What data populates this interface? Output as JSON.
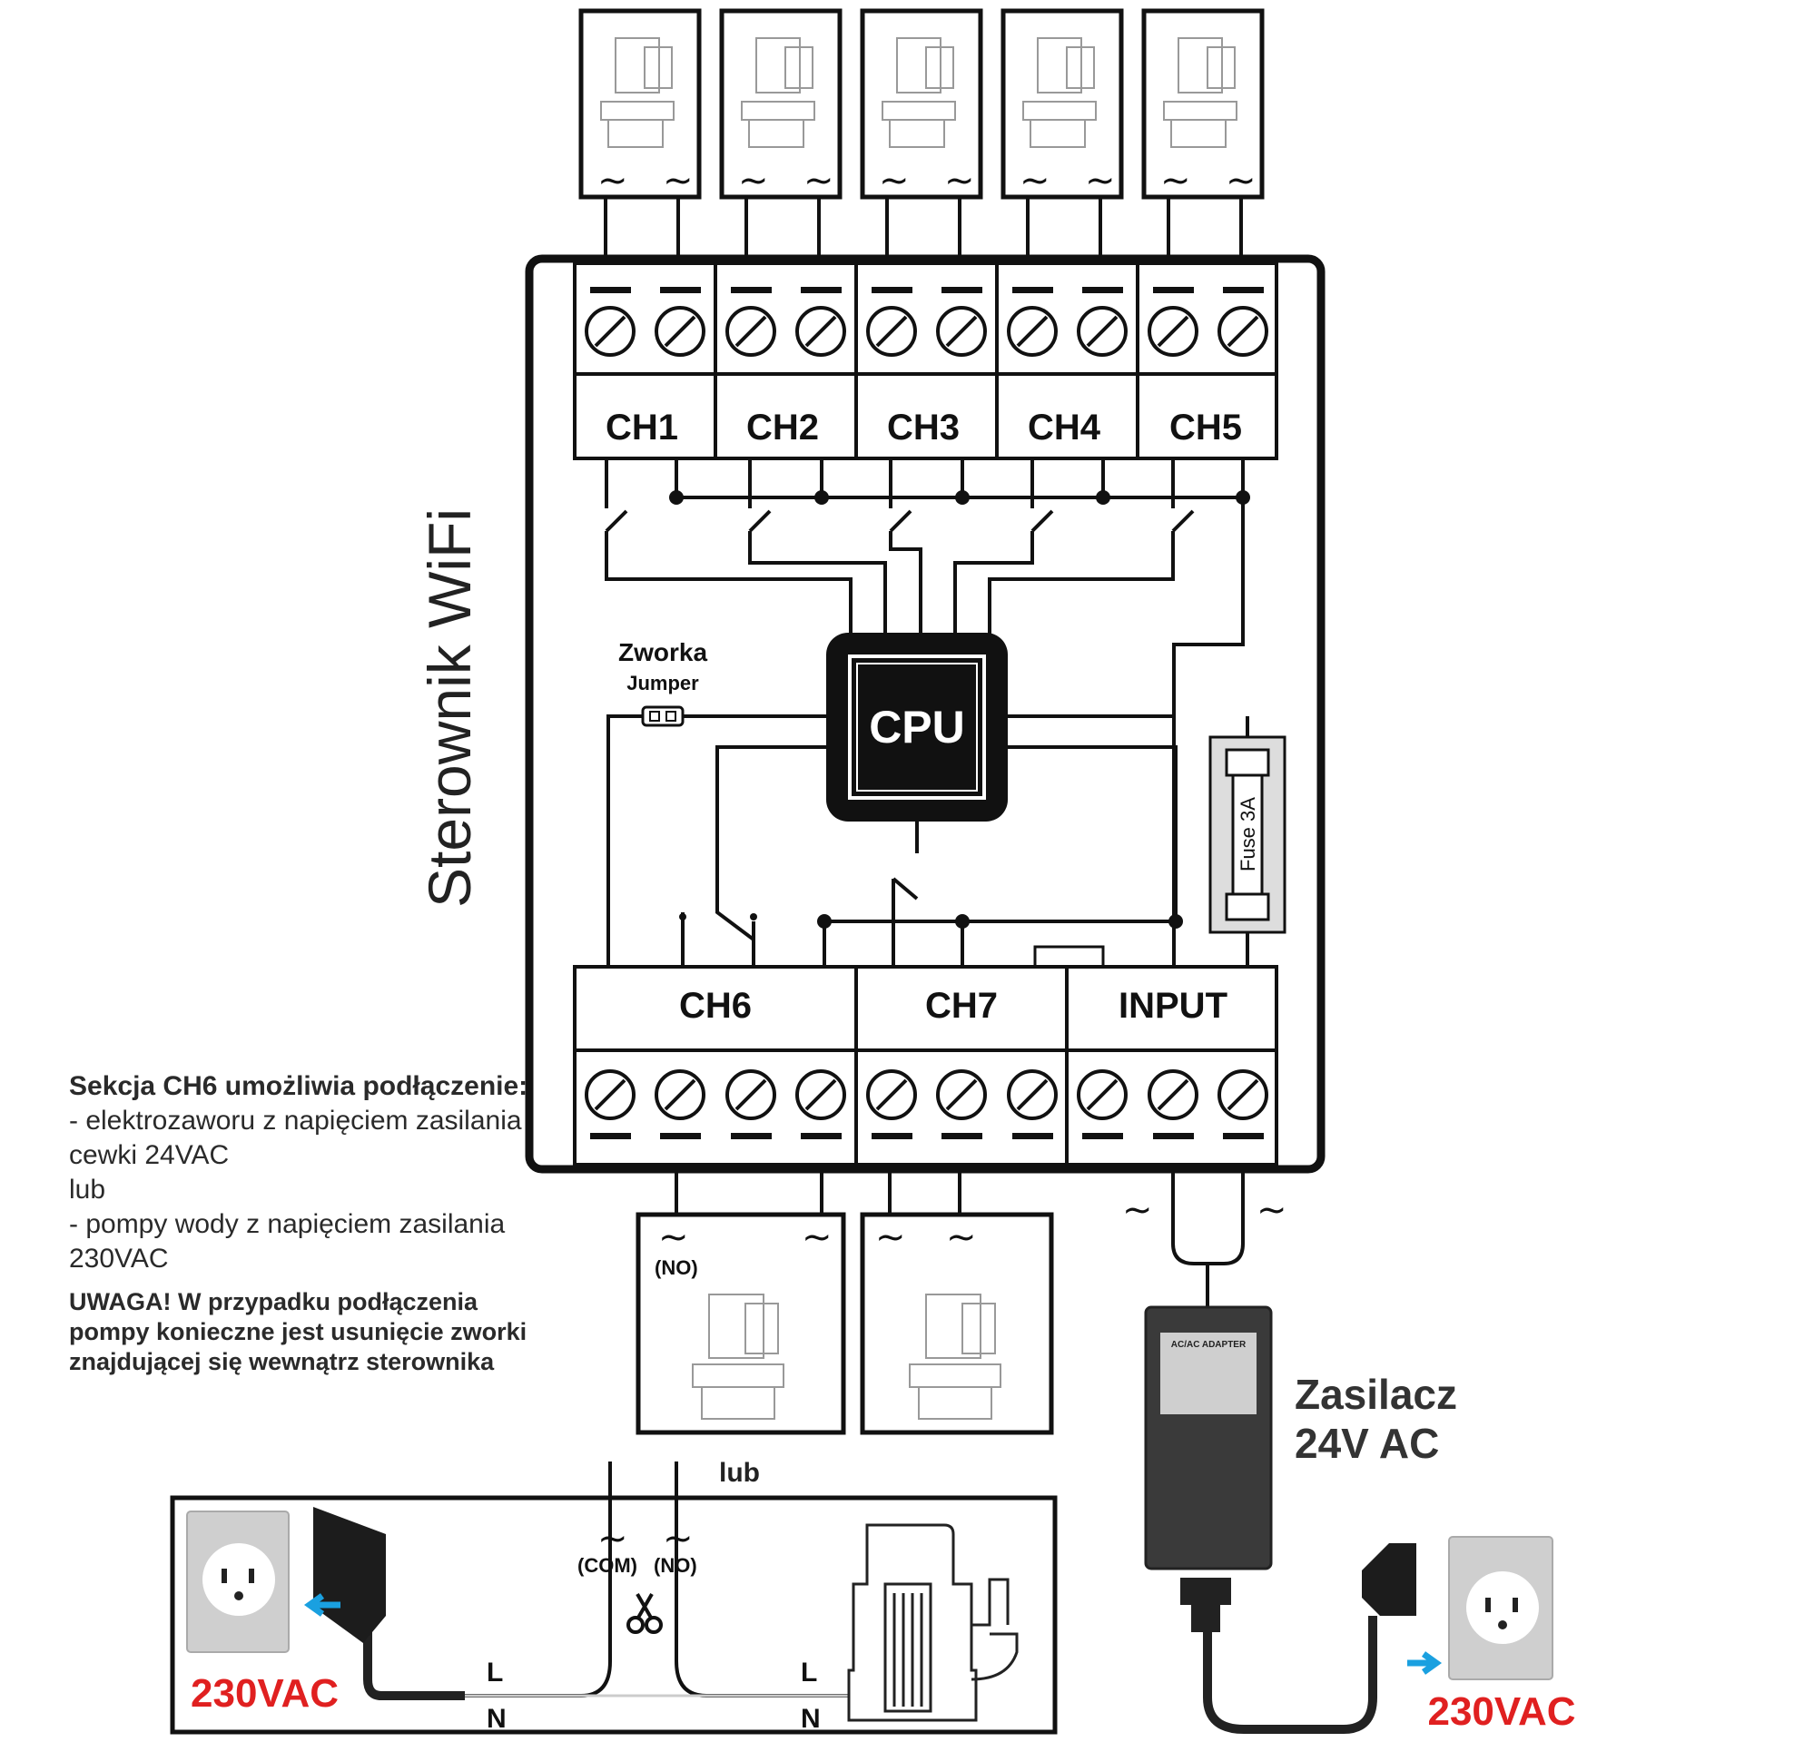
{
  "device": {
    "side_title": "Sterownik WiFi",
    "cpu_label": "CPU",
    "jumper_label_pl": "Zworka",
    "jumper_label_en": "Jumper",
    "fuse_label": "Fuse 3A"
  },
  "top_terminals": [
    "CH1",
    "CH2",
    "CH3",
    "CH4",
    "CH5"
  ],
  "bottom_terminals": [
    "CH6",
    "CH7",
    "INPUT"
  ],
  "symbols": {
    "tilde": "~",
    "no": "(NO)",
    "com": "(COM)",
    "or": "lub",
    "line": "L",
    "neutral": "N"
  },
  "note": {
    "heading": "Sekcja CH6 umożliwia podłączenie:",
    "line1": "- elektrozaworu z napięciem zasilania cewki 24VAC",
    "or": "lub",
    "line2": "- pompy wody z napięciem zasilania 230VAC",
    "warning": "UWAGA! W przypadku podłączenia pompy konieczne jest usunięcie zworki znajdującej się wewnątrz sterownika"
  },
  "power_supply": {
    "title_line1": "Zasilacz",
    "title_line2": "24V AC",
    "adapter_label": "AC/AC ADAPTER"
  },
  "mains": {
    "left_voltage": "230VAC",
    "right_voltage": "230VAC"
  },
  "colors": {
    "accent_red": "#e02020",
    "arrow_blue": "#1aa0e0",
    "cpu_black": "#111111"
  }
}
